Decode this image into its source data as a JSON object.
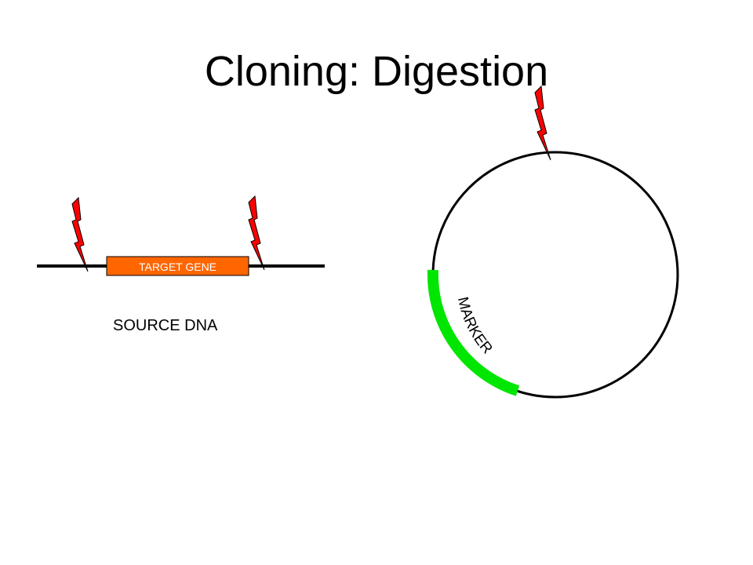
{
  "slide": {
    "title": "Cloning: Digestion"
  },
  "source_dna": {
    "label": "SOURCE DNA",
    "gene_label": "TARGET GENE",
    "gene_color": "#ff6600"
  },
  "plasmid": {
    "marker_label": "MARKER",
    "marker_color": "#00e600"
  },
  "restriction_sites": {
    "icon": "lightning-bolt-icon",
    "fill_color": "#ff0000",
    "count": 3
  },
  "colors": {
    "dna_strand": "#000000",
    "background": "#ffffff"
  }
}
